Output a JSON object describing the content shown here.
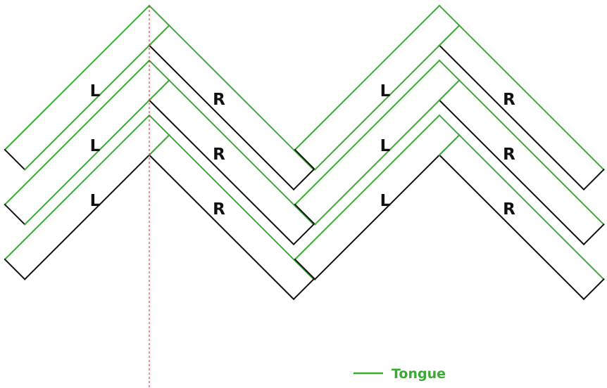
{
  "diagram": {
    "pattern": "herringbone",
    "plank_rows": 3,
    "plank_labels": {
      "left_leaning": "L",
      "right_leaning": "R"
    },
    "colors": {
      "tongue_edge": "#3aaa35",
      "groove_edge": "#111111",
      "center_line": "#d9282f",
      "label": "#111111",
      "background": "#ffffff"
    },
    "legend": {
      "label": "Tongue"
    }
  }
}
